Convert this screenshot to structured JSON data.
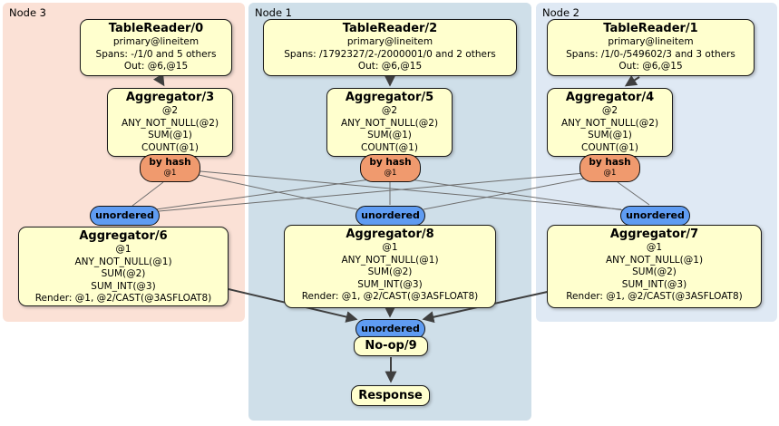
{
  "regions": [
    {
      "name": "Node 3",
      "bg": "#fbe1d6"
    },
    {
      "name": "Node 1",
      "bg": "#cfdfe9"
    },
    {
      "name": "Node 2",
      "bg": "#dfe9f4"
    }
  ],
  "processors": {
    "tablereader0": {
      "title": "TableReader/0",
      "lines": [
        "primary@lineitem",
        "Spans: -/1/0 and 5 others",
        "Out: @6,@15"
      ]
    },
    "tablereader2": {
      "title": "TableReader/2",
      "lines": [
        "primary@lineitem",
        "Spans: /1792327/2-/2000001/0 and 2 others",
        "Out: @6,@15"
      ]
    },
    "tablereader1": {
      "title": "TableReader/1",
      "lines": [
        "primary@lineitem",
        "Spans: /1/0-/549602/3 and 3 others",
        "Out: @6,@15"
      ]
    },
    "aggregator3": {
      "title": "Aggregator/3",
      "lines": [
        "@2",
        "ANY_NOT_NULL(@2)",
        "SUM(@1)",
        "COUNT(@1)"
      ]
    },
    "aggregator5": {
      "title": "Aggregator/5",
      "lines": [
        "@2",
        "ANY_NOT_NULL(@2)",
        "SUM(@1)",
        "COUNT(@1)"
      ]
    },
    "aggregator4": {
      "title": "Aggregator/4",
      "lines": [
        "@2",
        "ANY_NOT_NULL(@2)",
        "SUM(@1)",
        "COUNT(@1)"
      ]
    },
    "aggregator6": {
      "title": "Aggregator/6",
      "lines": [
        "@1",
        "ANY_NOT_NULL(@1)",
        "SUM(@2)",
        "SUM_INT(@3)",
        "Render: @1, @2/CAST(@3ASFLOAT8)"
      ]
    },
    "aggregator8": {
      "title": "Aggregator/8",
      "lines": [
        "@1",
        "ANY_NOT_NULL(@1)",
        "SUM(@2)",
        "SUM_INT(@3)",
        "Render: @1, @2/CAST(@3ASFLOAT8)"
      ]
    },
    "aggregator7": {
      "title": "Aggregator/7",
      "lines": [
        "@1",
        "ANY_NOT_NULL(@1)",
        "SUM(@2)",
        "SUM_INT(@3)",
        "Render: @1, @2/CAST(@3ASFLOAT8)"
      ]
    },
    "noop9": {
      "title": "No-op/9"
    },
    "response": {
      "title": "Response"
    }
  },
  "router": {
    "label": "by hash",
    "key": "@1",
    "bg": "#f09a6e"
  },
  "sync": {
    "label": "unordered",
    "bg": "#5f9cf2"
  },
  "colors": {
    "thick_edge": "#3f3f3f",
    "thin_edge": "#6e6e6e",
    "box_fill": "#ffffce"
  }
}
